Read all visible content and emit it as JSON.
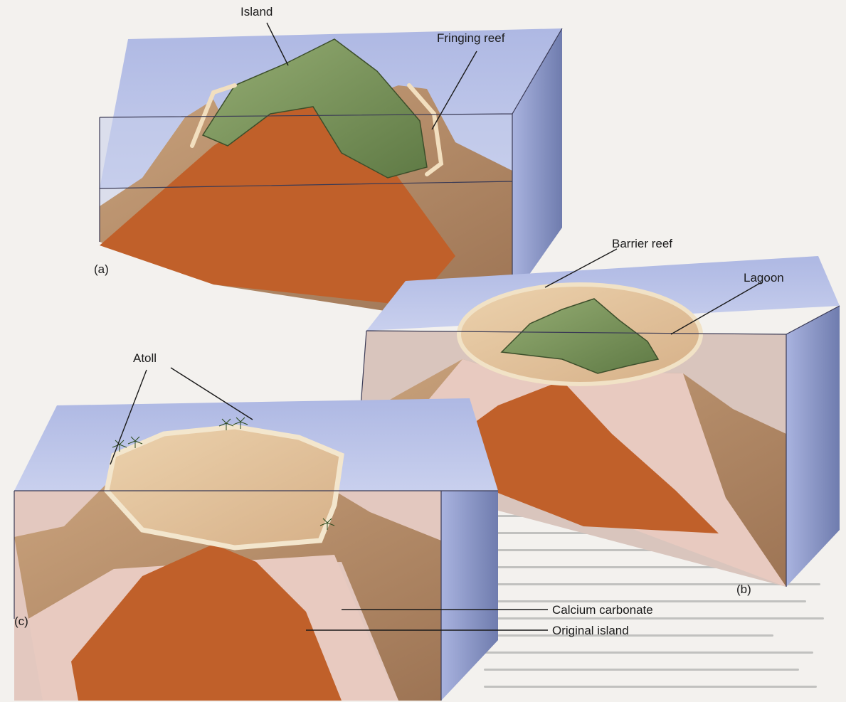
{
  "labels": {
    "island": "Island",
    "fringing_reef": "Fringing reef",
    "panel_a": "(a)",
    "barrier_reef": "Barrier reef",
    "lagoon": "Lagoon",
    "panel_b": "(b)",
    "atoll": "Atoll",
    "calcium_carbonate": "Calcium carbonate",
    "panel_c": "(c)",
    "original_island": "Original island"
  },
  "colors": {
    "water": "#b9c2e6",
    "water_side": "#8f9bcc",
    "volcanic_core": "#c0602a",
    "carbonate": "#e6c6b8",
    "reef_slope": "#c79a70",
    "island_green": "#7f9a60",
    "lagoon": "#e3c29a",
    "palm": "#3f6a2a"
  }
}
